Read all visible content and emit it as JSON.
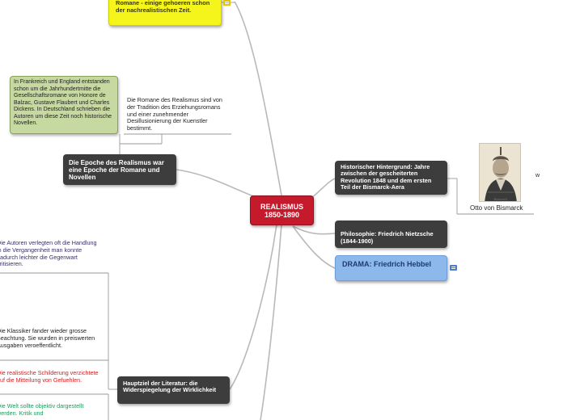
{
  "central": {
    "line1": "REALISMUS",
    "line2": "1850-1890"
  },
  "top_yellow": {
    "text": "Romane - einige gehoeren schon der nachrealistischen Zeit."
  },
  "left_topic": {
    "text": "Die Epoche des Realismus war eine Epoche der Romane und Novellen"
  },
  "left_green_note": {
    "text": "In Frankreich und England entstanden schon um die Jahrhundertmitte die Gesellschaftsromane von Honore de Balzac, Gustave Flaubert und Charles Dickens. In Deutschland schrieben die Autoren um diese Zeit noch historische Novellen."
  },
  "left_free_note": {
    "text": "Die Romane des Realismus sind von der Tradition des Erziehungsromans und einer zunehmender Desillusionierung der Kuenstler bestimmt."
  },
  "right_history": {
    "text": "Historischer Hintergrund: Jahre zwischen der gescheiterten Revolution 1848 und dem ersten Teil der Bismarck-Aera"
  },
  "right_philosophy": {
    "text": "Philosophie: Friedrich Nietzsche (1844-1900)"
  },
  "right_drama": {
    "text": "DRAMA: Friedrich Hebbel"
  },
  "bismarck": {
    "caption": "Otto von Bismarck",
    "edge_letter": "w",
    "portrait_signature": "Bismarck"
  },
  "bottom_topic": {
    "text": "Hauptziel der Literatur: die Widerspiegelung der Wirklichkeit"
  },
  "bottom_notes": {
    "authors": "Die Autoren verlegten oft die Handlung in die Vergangenheit man konnte dadurch leichter die Gegenwart kritisieren.",
    "classics": "Die Klassiker fander wieder grosse Beachtung. Sie wurden in preiswerten Ausgaben veroeffentlicht.",
    "realistic": "Die realistische Schilderung verzichtete auf die Mitteilung von Gefuehlen.",
    "world": "Die Welt sollte objektiv dargestellt werden. Kritik und"
  },
  "colors": {
    "central": "#c41a2c",
    "topic": "#3d3d3d",
    "drama": "#8db8ec",
    "highlight": "#f5f51b",
    "note_red": "#d42020",
    "note_green": "#1d9a5a",
    "note_purple": "#3b2f6a"
  }
}
